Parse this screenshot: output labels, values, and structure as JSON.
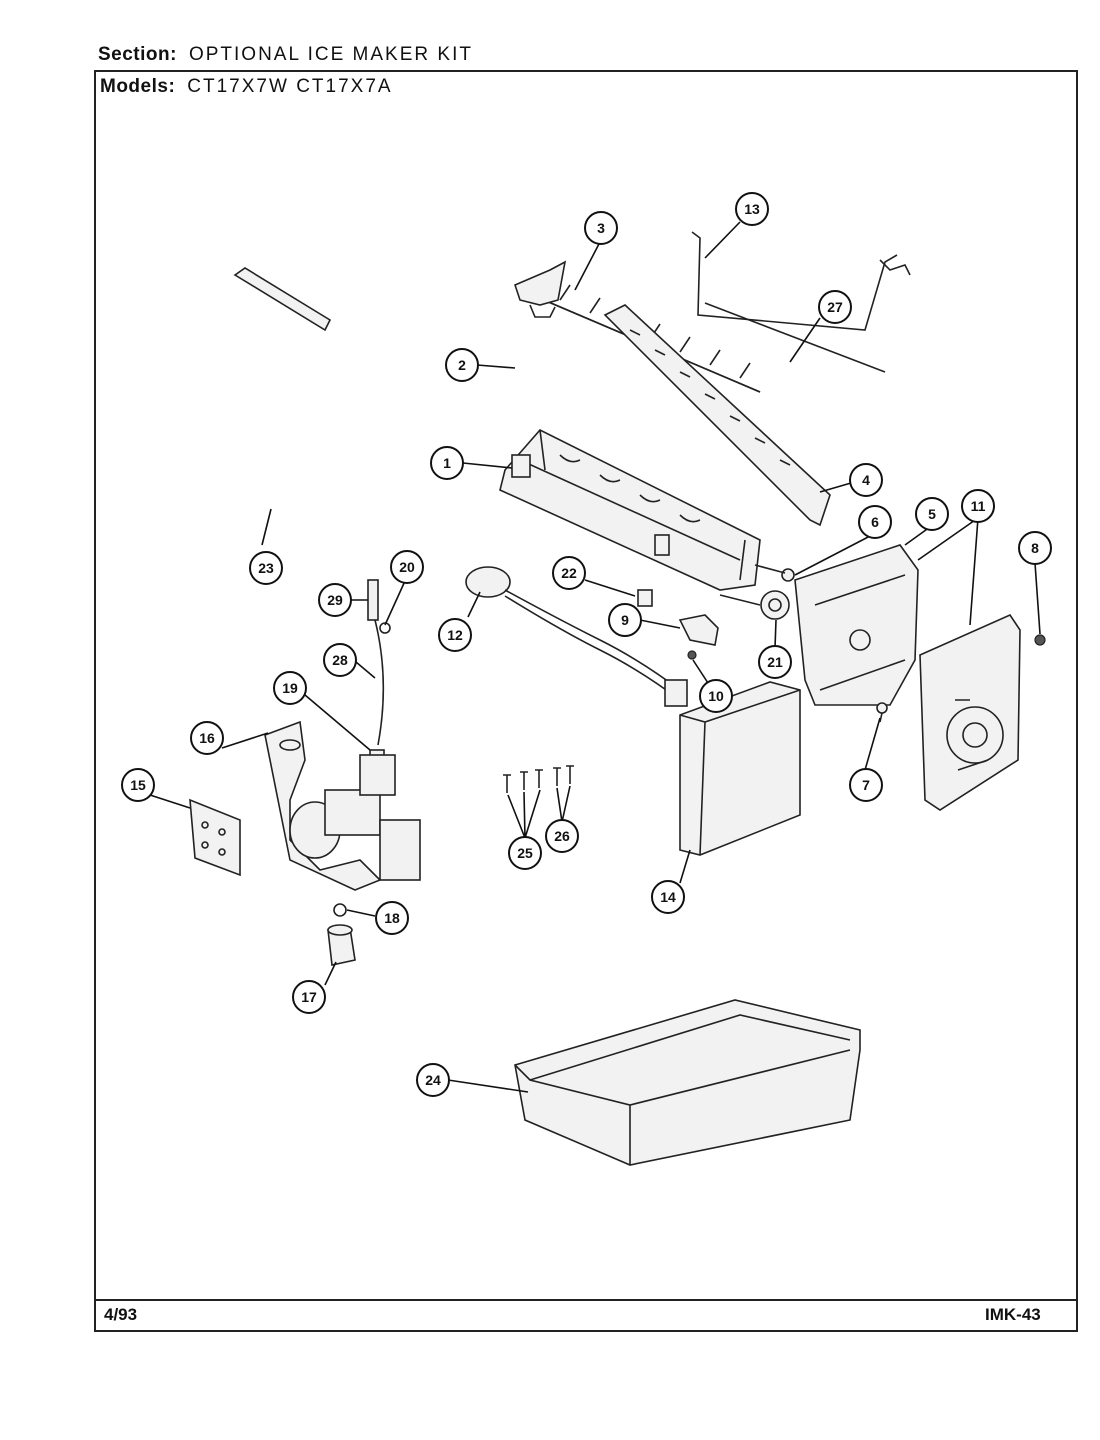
{
  "header": {
    "section_label": "Section:",
    "section_value": "OPTIONAL ICE MAKER KIT",
    "models_label": "Models:",
    "models_value": "CT17X7W CT17X7A"
  },
  "footer": {
    "date": "4/93",
    "code": "IMK-43"
  },
  "callouts": {
    "c1": "1",
    "c2": "2",
    "c3": "3",
    "c4": "4",
    "c5": "5",
    "c6": "6",
    "c7": "7",
    "c8": "8",
    "c9": "9",
    "c10": "10",
    "c11": "11",
    "c12": "12",
    "c13": "13",
    "c14": "14",
    "c15": "15",
    "c16": "16",
    "c17": "17",
    "c18": "18",
    "c19": "19",
    "c20": "20",
    "c21": "21",
    "c22": "22",
    "c23": "23",
    "c24": "24",
    "c25": "25",
    "c26": "26",
    "c27": "27",
    "c28": "28",
    "c29": "29"
  }
}
